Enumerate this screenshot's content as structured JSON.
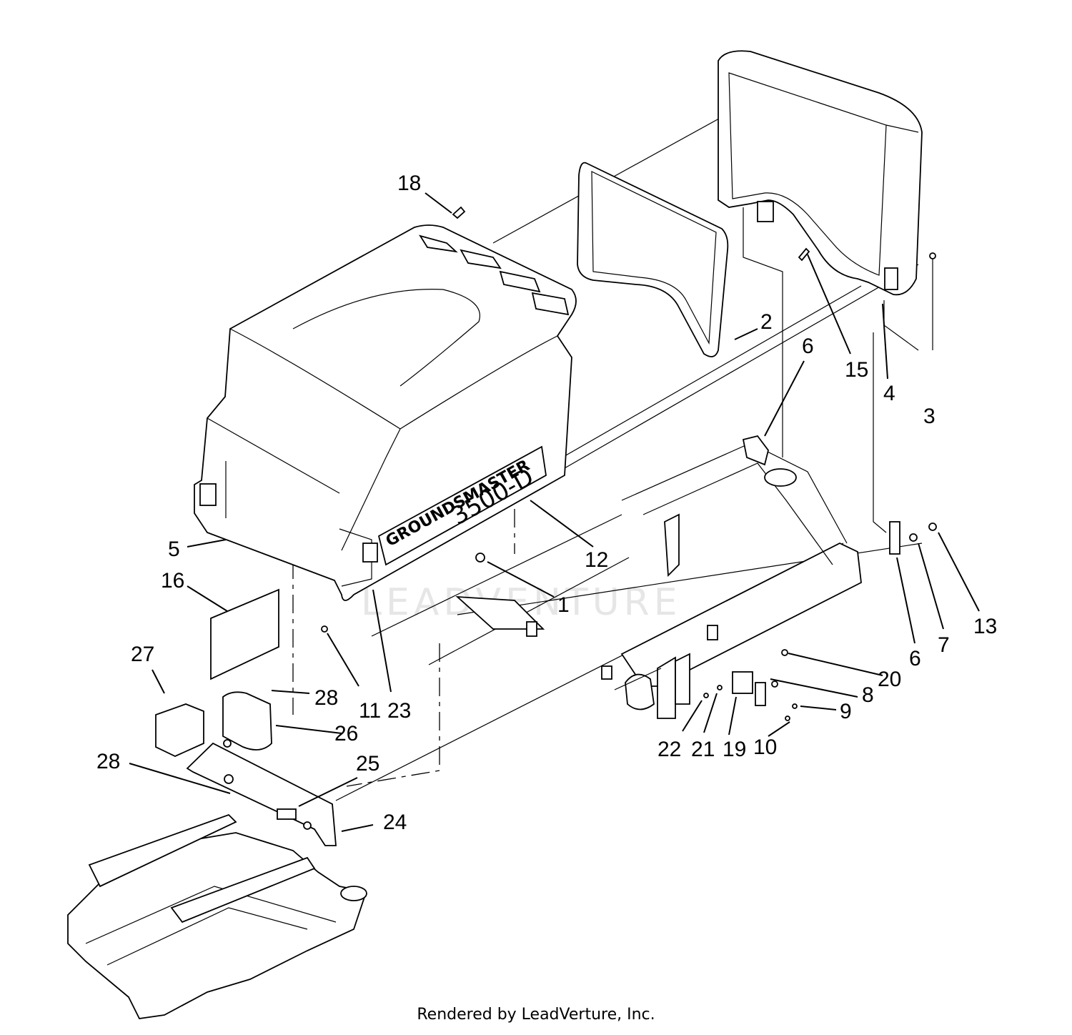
{
  "decal_text": {
    "line1": "GROUNDSMASTER",
    "line2": "3500-D"
  },
  "watermark": "LEADVENTURE",
  "footer": "Rendered by LeadVerture, Inc.",
  "callouts": [
    "18",
    "2",
    "6",
    "15",
    "4",
    "3",
    "5",
    "12",
    "16",
    "1",
    "13",
    "7",
    "6",
    "20",
    "8",
    "9",
    "27",
    "28",
    "11",
    "23",
    "26",
    "22",
    "21",
    "19",
    "10",
    "28",
    "25",
    "24"
  ]
}
